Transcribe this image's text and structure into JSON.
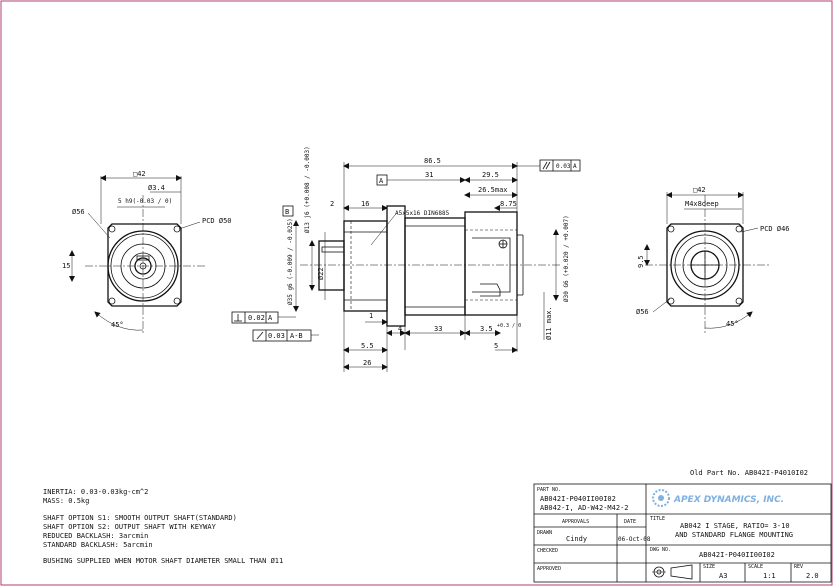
{
  "frame": {
    "border_color": "#b04070"
  },
  "left_view": {
    "square": "□42",
    "hole": "Ø3.4",
    "pilot_dia": "Ø56",
    "fit": "5 h9(-0.03 / 0)",
    "pcd": "PCD Ø50",
    "height": "15",
    "angle": "45°"
  },
  "side_view": {
    "overall": "86.5",
    "parallel_tol": "0.03",
    "parallel_ref": "A",
    "datum_a": "A",
    "datum_b": "B",
    "len_31": "31",
    "len_29_5": "29.5",
    "len_26_5": "26.5max",
    "len_8_75": "8.75",
    "len_16": "16",
    "len_2": "2",
    "keyway": "A5x5x16 DIN6885",
    "shaft_j6": "Ø13 j6 (+0.008 / -0.003)",
    "shaft_g6": "Ø35 g6 (-0.009 / -0.025)",
    "dia_22": "Ø22",
    "dia_g6_right": "Ø30 G6 (+0.020 / +0.007)",
    "dia_11": "Ø11 max.",
    "perp_tol": "0.02",
    "perp_ref": "A",
    "runout_tol": "0.03",
    "runout_ref": "A-B",
    "len_1": "1",
    "len_4": "4",
    "len_33": "33",
    "len_3_5": "3.5",
    "len_3_5_tol": "+0.3 / 0",
    "len_5_5": "5.5",
    "len_5": "5",
    "len_26": "26"
  },
  "right_view": {
    "square": "□42",
    "thread": "M4x8deep",
    "pcd": "PCD Ø46",
    "height": "9.5",
    "pilot_dia": "Ø56",
    "angle": "45°"
  },
  "old_part": "Old Part No. AB042I-P4010I02",
  "notes": [
    "INERTIA:  0.03-0.03kg-cm^2",
    "MASS: 0.5kg",
    "",
    "SHAFT OPTION S1: SMOOTH OUTPUT SHAFT(STANDARD)",
    "SHAFT OPTION S2: OUTPUT SHAFT WITH KEYWAY",
    "REDUCED BACKLASH: 3arcmin",
    "STANDARD BACKLASH: 5arcmin",
    "",
    "BUSHING SUPPLIED WHEN MOTOR SHAFT DIAMETER SMALL THAN Ø11"
  ],
  "title_block": {
    "part_no_label": "PART NO.",
    "part_no_1": "AB042I-P040II00I02",
    "part_no_2": "AB042-I, AD-W42-M42-2",
    "approvals_label": "APPROVALS",
    "date_label": "DATE",
    "drawn_label": "DRAWN",
    "drawn_by": "Cindy",
    "drawn_date": "06-Oct-08",
    "checked_label": "CHECKED",
    "approved_label": "APPROVED",
    "title_label": "TITLE",
    "title_1": "AB042 I STAGE, RATIO= 3-10",
    "title_2": "AND STANDARD FLANGE MOUNTING",
    "dwg_no_label": "DWG NO.",
    "dwg_no": "AB042I-P040II00I02",
    "size_label": "SIZE",
    "size": "A3",
    "scale_label": "SCALE",
    "scale": "1:1",
    "rev_label": "REV",
    "rev": "2.0",
    "logo_text": "APEX DYNAMICS, INC.",
    "logo_color": "#7fb0e0"
  }
}
